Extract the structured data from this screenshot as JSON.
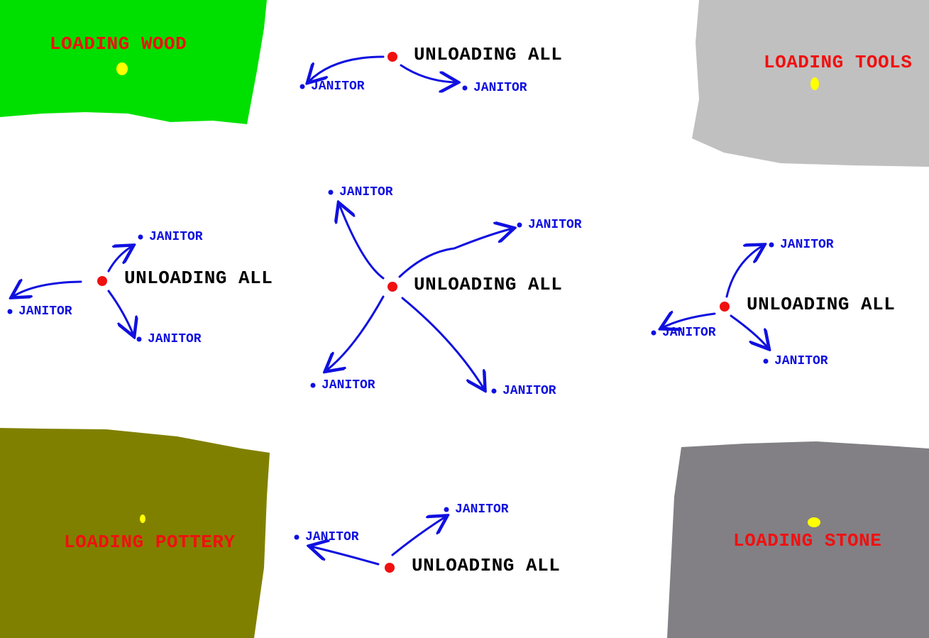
{
  "colors": {
    "wood_zone": "#00e000",
    "tools_zone": "#c0c0c0",
    "pottery_zone": "#808000",
    "stone_zone": "#828085",
    "zone_label": "#f01010",
    "unloader": "#f01010",
    "janitor": "#1010e0",
    "loader_dot": "#ffff00"
  },
  "zones": {
    "wood": "LOADING WOOD",
    "tools": "LOADING TOOLS",
    "pottery": "LOADING POTTERY",
    "stone": "LOADING STONE"
  },
  "units": {
    "top": {
      "label": "UNLOADING ALL",
      "janitors": [
        "JANITOR",
        "JANITOR"
      ]
    },
    "center": {
      "label": "UNLOADING ALL",
      "janitors": [
        "JANITOR",
        "JANITOR",
        "JANITOR",
        "JANITOR"
      ]
    },
    "left": {
      "label": "UNLOADING ALL",
      "janitors": [
        "JANITOR",
        "JANITOR",
        "JANITOR"
      ]
    },
    "right": {
      "label": "UNLOADING ALL",
      "janitors": [
        "JANITOR",
        "JANITOR",
        "JANITOR"
      ]
    },
    "bottom": {
      "label": "UNLOADING ALL",
      "janitors": [
        "JANITOR",
        "JANITOR"
      ]
    }
  }
}
